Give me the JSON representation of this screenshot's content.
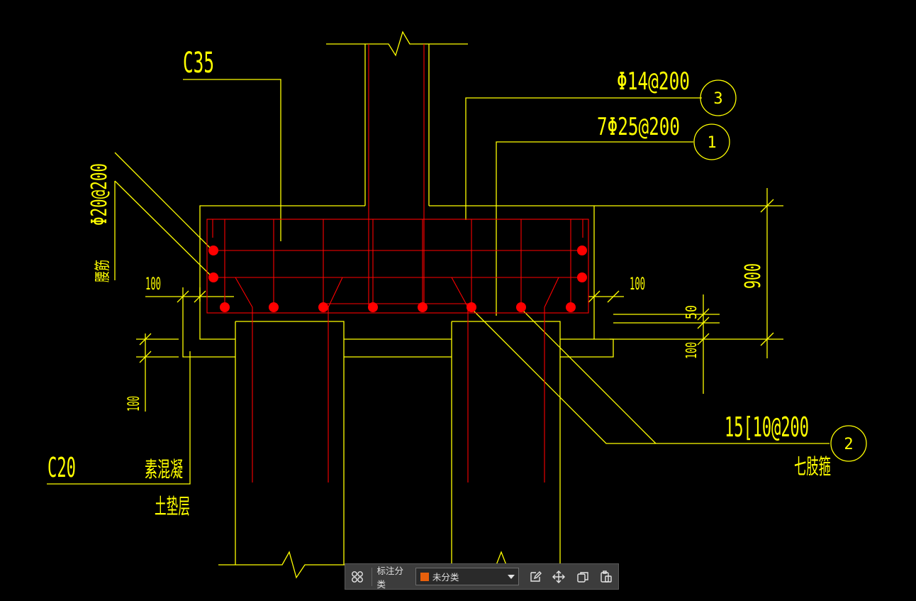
{
  "drawing": {
    "concrete_grade": "C35",
    "cushion_grade": "C20",
    "cushion_name_line1": "素混凝",
    "cushion_name_line2": "土垫层",
    "rebar_side": "Φ20@200",
    "rebar_side_note": "腰筋",
    "rebar_3_spec": "Φ14@200",
    "rebar_3_tag": "3",
    "rebar_1_spec": "7Φ25@200",
    "rebar_1_tag": "1",
    "rebar_2_spec": "15[10@200",
    "rebar_2_note": "七肢箍",
    "rebar_2_tag": "2",
    "dim_left_cover": "100",
    "dim_right_cover": "100",
    "dim_height": "900",
    "dim_cushion_left": "100",
    "dim_right_50": "50",
    "dim_right_100": "100",
    "colors": {
      "background": "#000000",
      "outline": "#ffff00",
      "rebar": "#ff0000",
      "break_line": "#ffffff"
    }
  },
  "toolbar": {
    "label": "标注分类",
    "selected_category": "未分类",
    "swatch_color": "#e8600c",
    "icons": [
      "grid-icon",
      "edit-icon",
      "move-icon",
      "copy-icon",
      "paste-icon"
    ]
  }
}
